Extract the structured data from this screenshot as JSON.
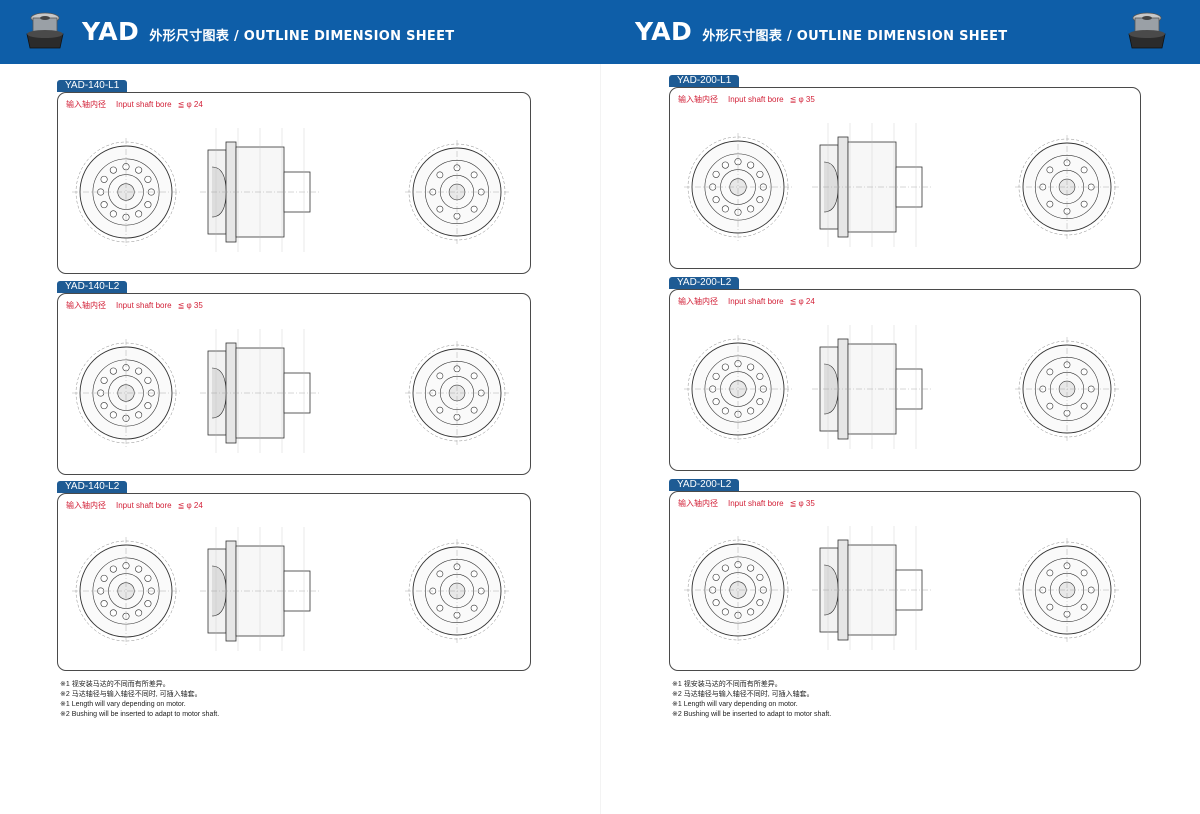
{
  "header": {
    "left": {
      "brand": "YAD",
      "subtitle": "外形尺寸图表 / OUTLINE DIMENSION SHEET"
    },
    "right": {
      "brand": "YAD",
      "subtitle": "外形尺寸图表 / OUTLINE DIMENSION SHEET"
    }
  },
  "panels": [
    {
      "tag": "YAD-140-L1",
      "bore_cn": "输入轴内径",
      "bore_en": "Input shaft bore",
      "bore_val": "≦ φ 24"
    },
    {
      "tag": "YAD-140-L2",
      "bore_cn": "输入轴内径",
      "bore_en": "Input shaft bore",
      "bore_val": "≦ φ 35"
    },
    {
      "tag": "YAD-140-L2",
      "bore_cn": "输入轴内径",
      "bore_en": "Input shaft bore",
      "bore_val": "≦ φ 24"
    },
    {
      "tag": "YAD-200-L1",
      "bore_cn": "输入轴内径",
      "bore_en": "Input shaft bore",
      "bore_val": "≦ φ 35"
    },
    {
      "tag": "YAD-200-L2",
      "bore_cn": "输入轴内径",
      "bore_en": "Input shaft bore",
      "bore_val": "≦ φ 24"
    },
    {
      "tag": "YAD-200-L2",
      "bore_cn": "输入轴内径",
      "bore_en": "Input shaft bore",
      "bore_val": "≦ φ 35"
    }
  ],
  "notes": {
    "left": [
      "※1  视安装马达的不同而有所差异。",
      "※2  马达轴径与输入轴径不同时, 可插入轴套。",
      "※1  Length will vary depending on motor.",
      "※2  Bushing will be inserted to adapt to motor shaft."
    ],
    "right": [
      "※1  视安装马达的不同而有所差异。",
      "※2  马达轴径与输入轴径不同时, 可插入轴套。",
      "※1  Length will vary depending on motor.",
      "※2  Bushing will be inserted to adapt to motor shaft."
    ]
  },
  "colors": {
    "header_bg": "#0e5ea8",
    "tag_bg": "#1e5b94",
    "bore_text": "#d21f36"
  }
}
